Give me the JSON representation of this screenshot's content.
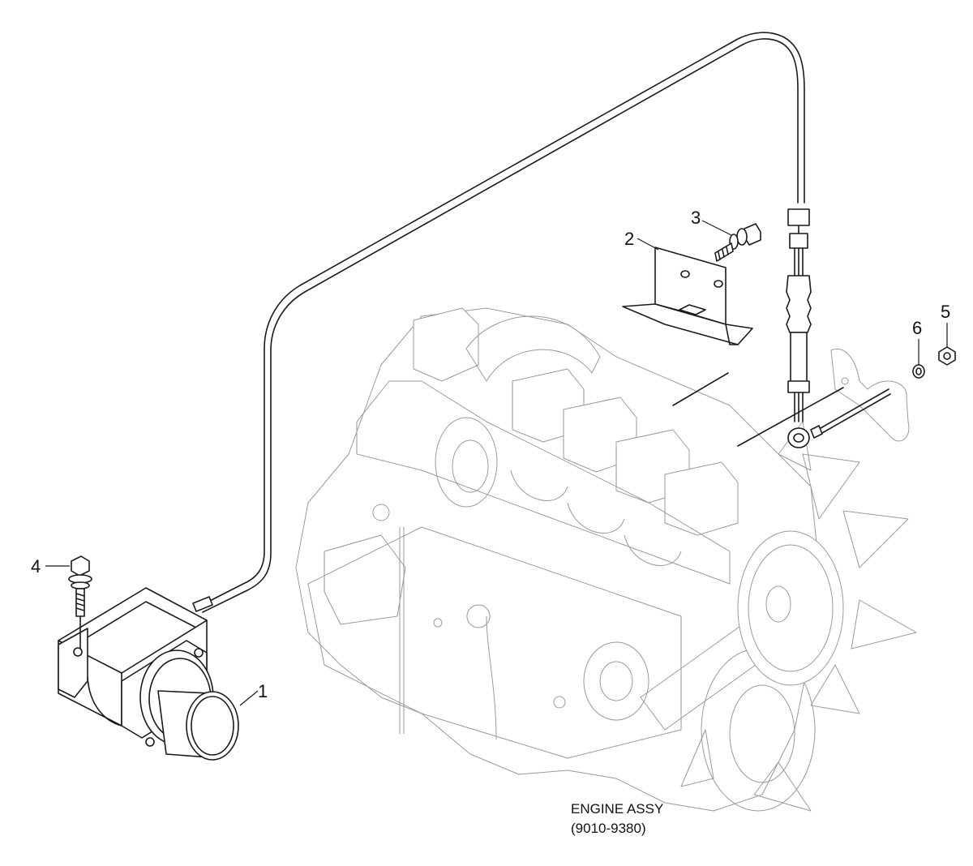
{
  "callouts": [
    {
      "id": "1",
      "label": "1"
    },
    {
      "id": "2",
      "label": "2"
    },
    {
      "id": "3",
      "label": "3"
    },
    {
      "id": "4",
      "label": "4"
    },
    {
      "id": "5",
      "label": "5"
    },
    {
      "id": "6",
      "label": "6"
    }
  ],
  "caption": {
    "line1": "ENGINE ASSY",
    "line2": "(9010-9380)"
  },
  "colors": {
    "ink": "#1a1a1a",
    "engine_outline": "#9a9a9a",
    "background": "#ffffff"
  }
}
